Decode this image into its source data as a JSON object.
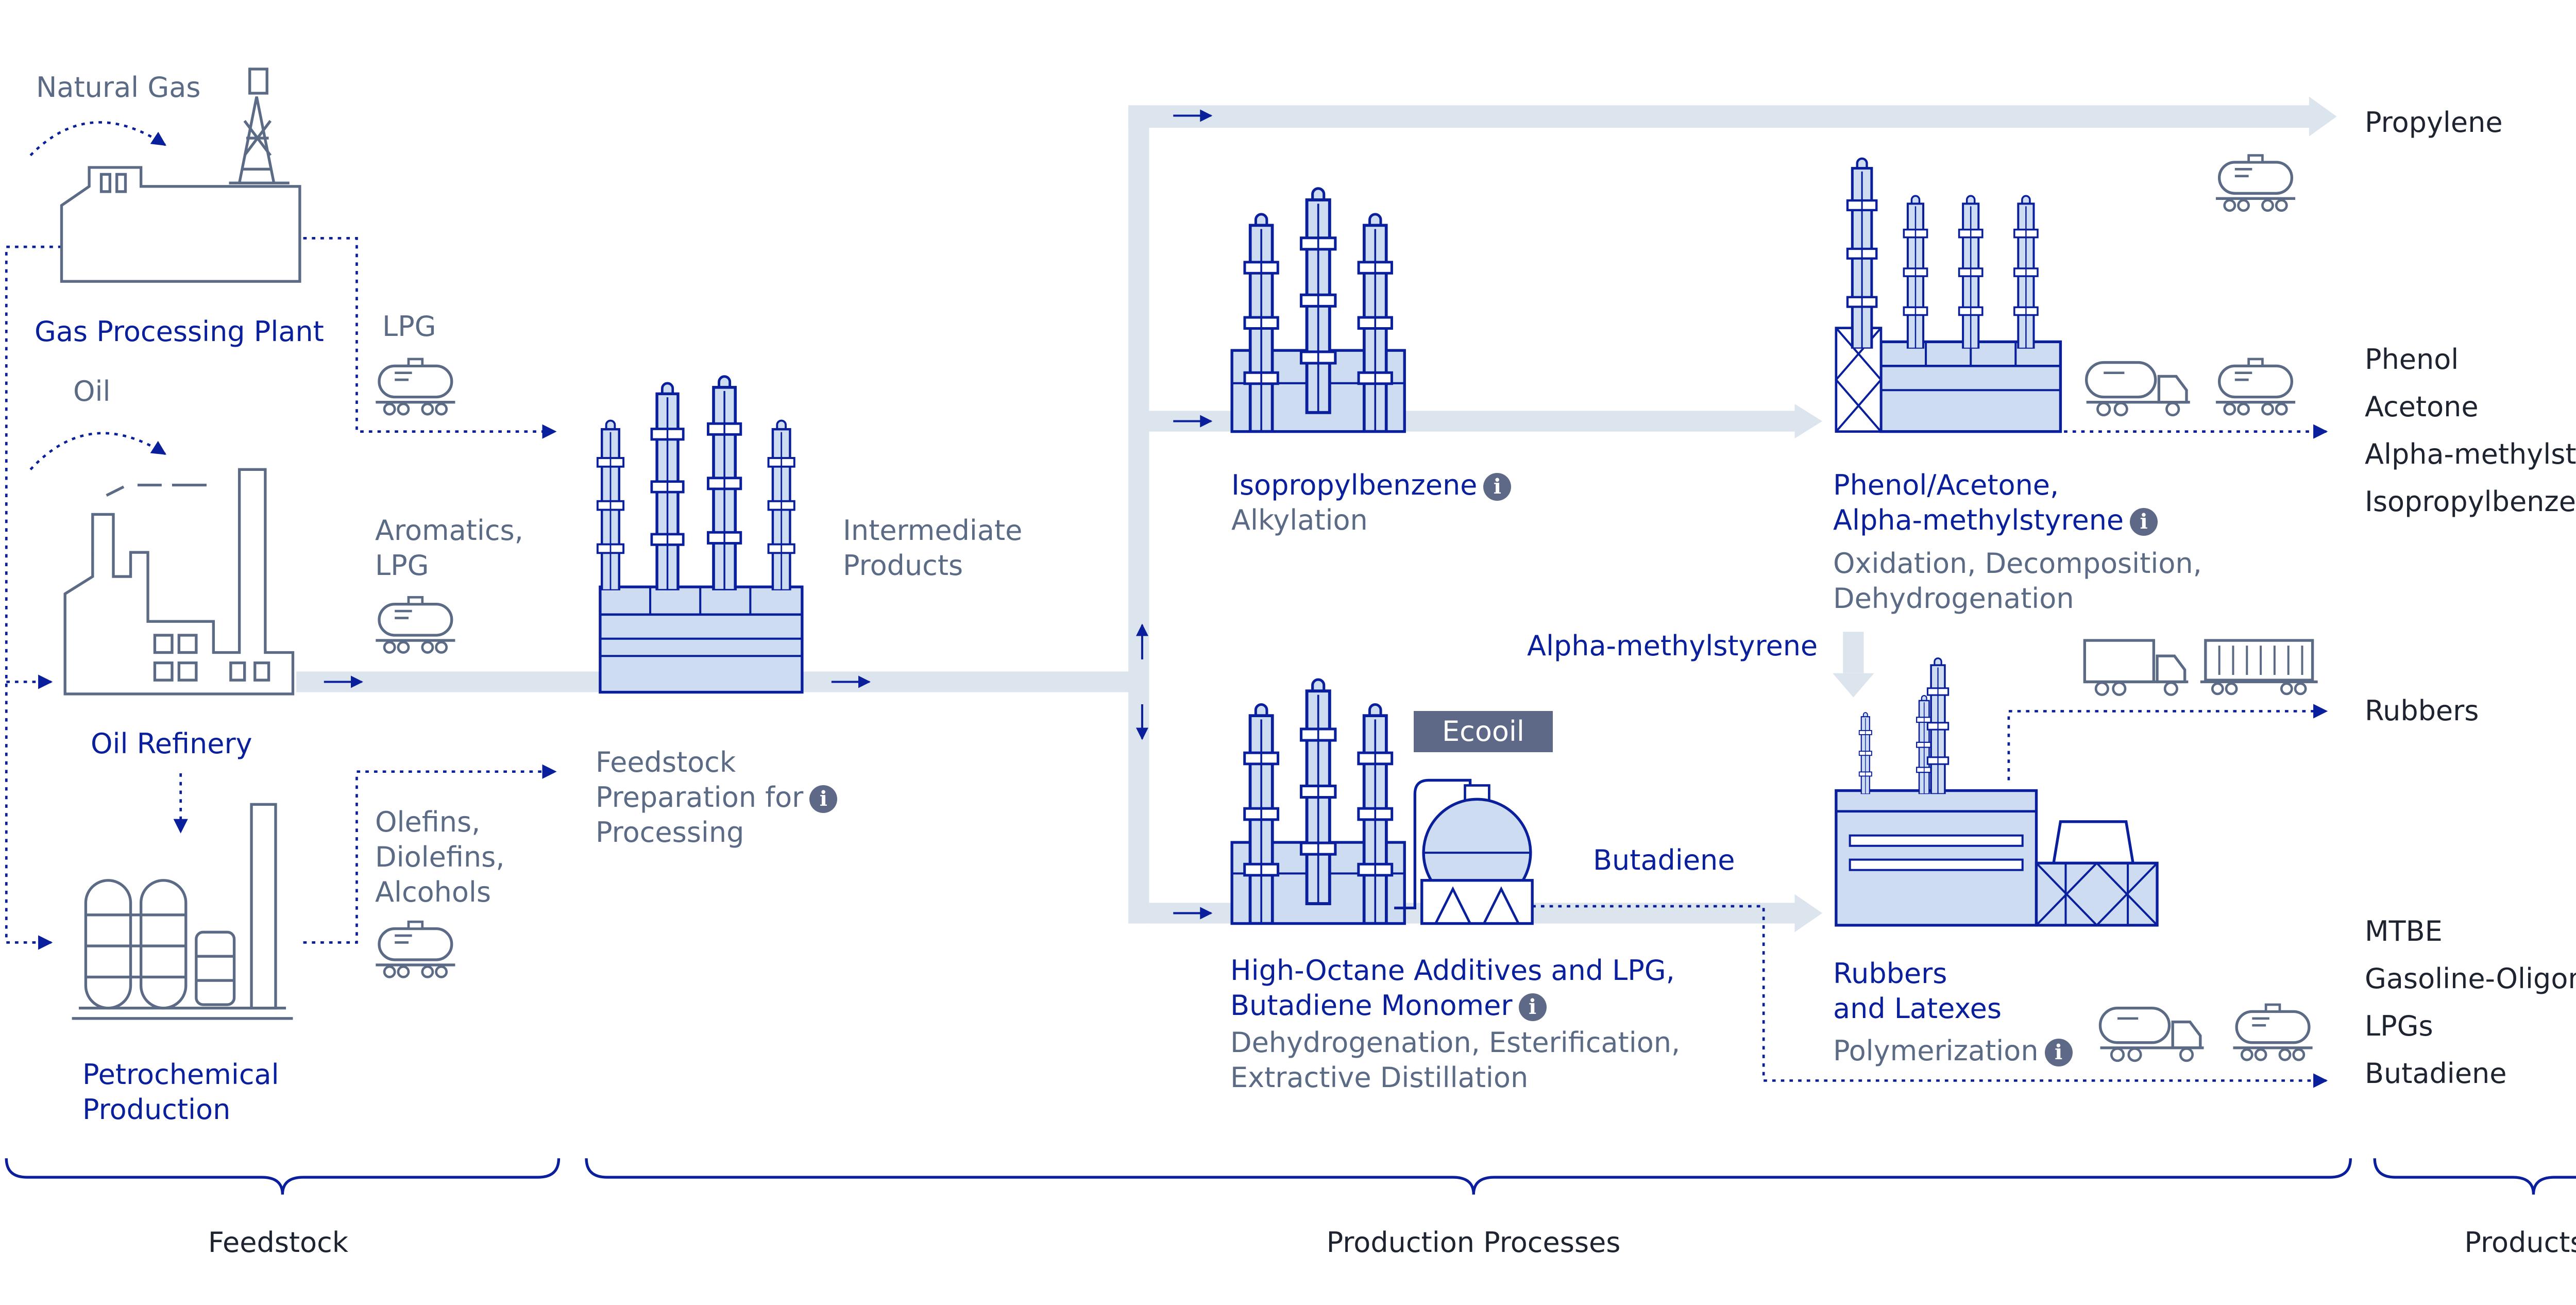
{
  "colors": {
    "flow": "#dce4ee",
    "line": "#0a1f9c",
    "fill": "#cddcf0",
    "gray": "#5c6b85",
    "badge": "#5d6986"
  },
  "feedstock": {
    "natural_gas": "Natural Gas",
    "gas_plant": "Gas Processing Plant",
    "lpg": "LPG",
    "oil": "Oil",
    "aromatics_l1": "Aromatics,",
    "aromatics_l2": "LPG",
    "oil_refinery": "Oil Refinery",
    "olefins_l1": "Olefins,",
    "olefins_l2": "Diolefins,",
    "olefins_l3": "Alcohols",
    "petro_l1": "Petrochemical",
    "petro_l2": "Production"
  },
  "prep": {
    "intermediate_l1": "Intermediate",
    "intermediate_l2": "Products",
    "feed_l1": "Feedstock",
    "feed_l2": "Preparation for",
    "feed_l3": "Processing"
  },
  "processes": {
    "ipb_title": "Isopropylbenzene",
    "ipb_sub": "Alkylation",
    "phenol_l1": "Phenol/Acetone,",
    "phenol_l2": "Alpha-methylstyrene",
    "phenol_sub1": "Oxidation, Decomposition,",
    "phenol_sub2": "Dehydrogenation",
    "ams_flow": "Alpha-methylstyrene",
    "ecooil": "Ecooil",
    "butadiene_flow": "Butadiene",
    "hoa_l1": "High-Octane Additives and LPG,",
    "hoa_l2": "Butadiene Monomer",
    "hoa_sub1": "Dehydrogenation, Esterification,",
    "hoa_sub2": "Extractive Distillation",
    "rub_l1": "Rubbers",
    "rub_l2": "and Latexes",
    "rub_sub": "Polymerization",
    "info_glyph": "i"
  },
  "products": {
    "propylene": "Propylene",
    "phenol_group": [
      "Phenol",
      "Acetone",
      "Alpha-methylstyrene",
      "Isopropylbenzene"
    ],
    "rubbers": "Rubbers",
    "mtbe_group": [
      "MTBE",
      "Gasoline-Oligomerizate",
      "LPGs",
      "Butadiene"
    ]
  },
  "sections": {
    "feedstock": "Feedstock",
    "production": "Production Processes",
    "products": "Products"
  },
  "icons": [
    "gas-derrick-icon",
    "rail-tank-car-icon",
    "tank-truck-icon",
    "box-truck-icon",
    "freight-wagon-icon",
    "distillation-column-icon",
    "spherical-tank-icon",
    "cooling-tower-icon",
    "info-icon"
  ]
}
